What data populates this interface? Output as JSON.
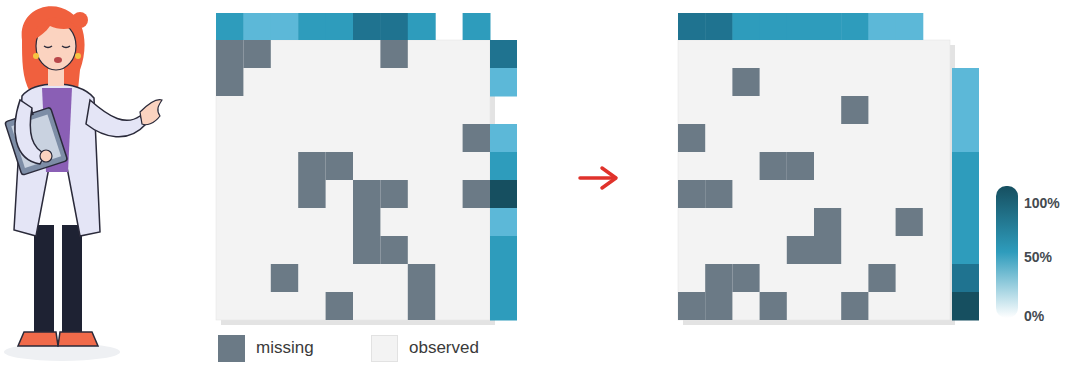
{
  "diagram": {
    "labels": [
      "100%",
      "50%",
      "0%"
    ],
    "legend": [
      {
        "text": "missing",
        "color": "#6b7a86"
      },
      {
        "text": "observed",
        "color": "#f3f3f3"
      }
    ]
  }
}
